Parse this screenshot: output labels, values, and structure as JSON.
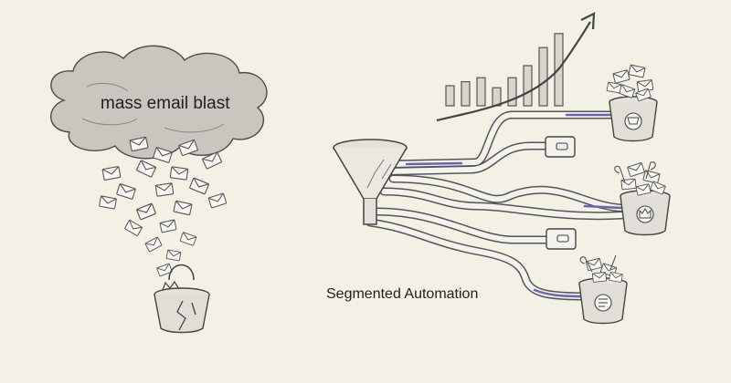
{
  "left": {
    "cloud_label": "mass email blast",
    "bucket_icon": "broken-bucket-icon"
  },
  "right": {
    "caption": "Segmented Automation",
    "growth_bars": [
      10,
      12,
      14,
      9,
      14,
      20,
      29,
      36
    ],
    "buckets": [
      {
        "icon": "shopping-cart-icon"
      },
      {
        "icon": "crown-icon"
      },
      {
        "icon": "receipt-icon"
      }
    ]
  },
  "colors": {
    "background": "#f3f0e6",
    "ink": "#555555",
    "accent": "#6a64b3"
  }
}
